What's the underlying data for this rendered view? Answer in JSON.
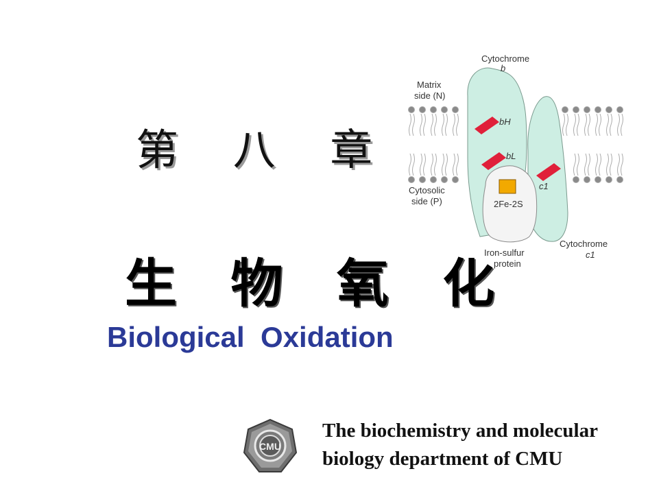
{
  "chapter": "第 八 章",
  "title_cn": "生 物 氧 化",
  "title_en": "Biological  Oxidation",
  "title_en_color": "#2b3a97",
  "diagram": {
    "cytochrome_b_line1": "Cytochrome",
    "cytochrome_b_line2": "b",
    "matrix_line1": "Matrix",
    "matrix_line2": "side (N)",
    "cytosolic_line1": "Cytosolic",
    "cytosolic_line2": "side (P)",
    "bH": "bH",
    "bL": "bL",
    "c1": "c1",
    "fe_s_label": "2Fe-2S",
    "iron_sulfur_line1": "Iron-sulfur",
    "iron_sulfur_line2": "protein",
    "cytochrome_c1_line1": "Cytochrome",
    "cytochrome_c1_line2": "c1",
    "protein_fill": "#cdeee3",
    "heme_color": "#e0203a",
    "cluster_color": "#f2a900"
  },
  "department": {
    "line1": "The biochemistry and molecular",
    "line2": "biology department of CMU"
  },
  "logo_text": "CMU"
}
